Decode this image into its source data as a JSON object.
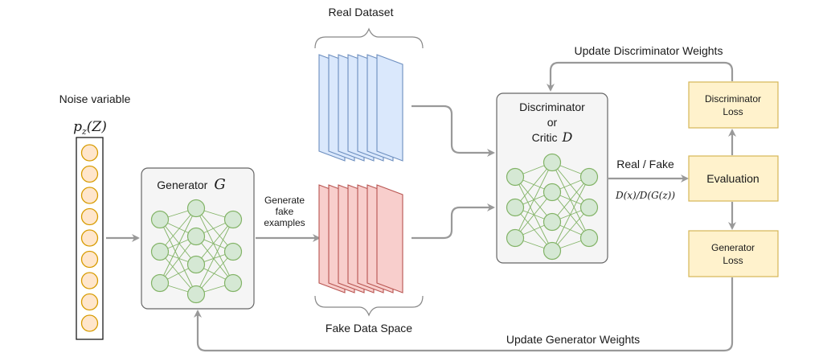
{
  "noise": {
    "label": "Noise variable",
    "formula": "p",
    "formula_sub": "z",
    "formula_arg": "(Z)",
    "node_count": 9
  },
  "generator": {
    "label": "Generator",
    "symbol": "G",
    "output_label_line1": "Generate",
    "output_label_line2": "fake",
    "output_label_line3": "examples"
  },
  "real_dataset": {
    "label": "Real Dataset",
    "sheet_count": 7
  },
  "fake_data": {
    "label": "Fake Data Space",
    "sheet_count": 7
  },
  "discriminator": {
    "line1": "Discriminator",
    "line2": "or",
    "line3": "Critic",
    "symbol": "D"
  },
  "real_fake": {
    "label": "Real / Fake",
    "formula": "D(x)/D(G(z))"
  },
  "discriminator_loss": {
    "line1": "Discriminator",
    "line2": "Loss"
  },
  "evaluation": {
    "label": "Evaluation"
  },
  "generator_loss": {
    "line1": "Generator",
    "line2": "Loss"
  },
  "update_discriminator": {
    "label": "Update Discriminator Weights"
  },
  "update_generator": {
    "label": "Update Generator Weights"
  },
  "colors": {
    "node_fill": "#d5e8d4",
    "node_stroke": "#82b366",
    "noise_fill": "#ffe6cc",
    "noise_stroke": "#d79b00",
    "real_fill": "#dae8fc",
    "real_stroke": "#6c8ebf",
    "fake_fill": "#f8cecc",
    "fake_stroke": "#b85450",
    "loss_fill": "#fff2cc",
    "loss_stroke": "#d6b656",
    "box_fill": "#f5f5f5",
    "box_stroke": "#666666",
    "arrow": "#999999"
  }
}
